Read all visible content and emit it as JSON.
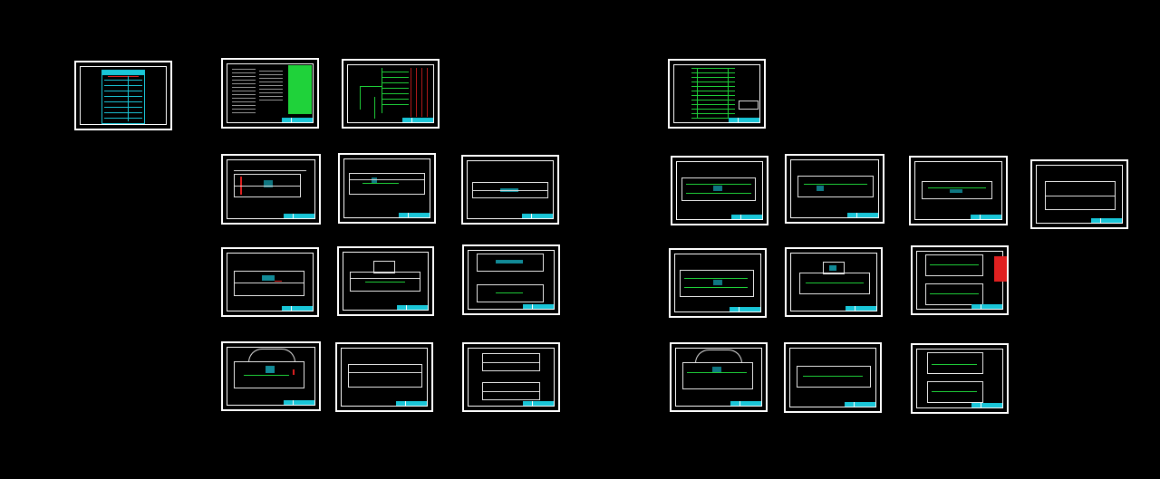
{
  "workspace": {
    "background": "#000000",
    "colors": {
      "linework": "#ffffff",
      "titleblock": "#19c6d8",
      "green": "#1fd23a",
      "red": "#e02020"
    }
  },
  "sheets": [
    {
      "id": "drawing-index",
      "kind": "index"
    },
    {
      "id": "design-notes",
      "kind": "notes"
    },
    {
      "id": "system-diagram-1",
      "kind": "diagram"
    },
    {
      "id": "system-diagram-2",
      "kind": "diagram"
    },
    {
      "id": "floor-plan-l-1",
      "kind": "plan"
    },
    {
      "id": "floor-plan-l-2",
      "kind": "plan"
    },
    {
      "id": "floor-plan-l-3",
      "kind": "plan"
    },
    {
      "id": "floor-plan-l-4",
      "kind": "plan"
    },
    {
      "id": "floor-plan-l-5",
      "kind": "plan"
    },
    {
      "id": "floor-plan-l-6",
      "kind": "plan-double"
    },
    {
      "id": "floor-plan-l-7",
      "kind": "plan"
    },
    {
      "id": "floor-plan-l-8",
      "kind": "plan"
    },
    {
      "id": "floor-plan-l-9",
      "kind": "plan-double"
    },
    {
      "id": "floor-plan-r-1",
      "kind": "plan"
    },
    {
      "id": "floor-plan-r-2",
      "kind": "plan"
    },
    {
      "id": "floor-plan-r-3",
      "kind": "plan"
    },
    {
      "id": "floor-plan-r-4",
      "kind": "plan"
    },
    {
      "id": "floor-plan-r-5",
      "kind": "plan"
    },
    {
      "id": "floor-plan-r-6",
      "kind": "plan"
    },
    {
      "id": "floor-plan-r-7",
      "kind": "plan-double"
    },
    {
      "id": "floor-plan-r-8",
      "kind": "plan"
    },
    {
      "id": "floor-plan-r-9",
      "kind": "plan"
    },
    {
      "id": "floor-plan-r-10",
      "kind": "plan-double"
    }
  ]
}
